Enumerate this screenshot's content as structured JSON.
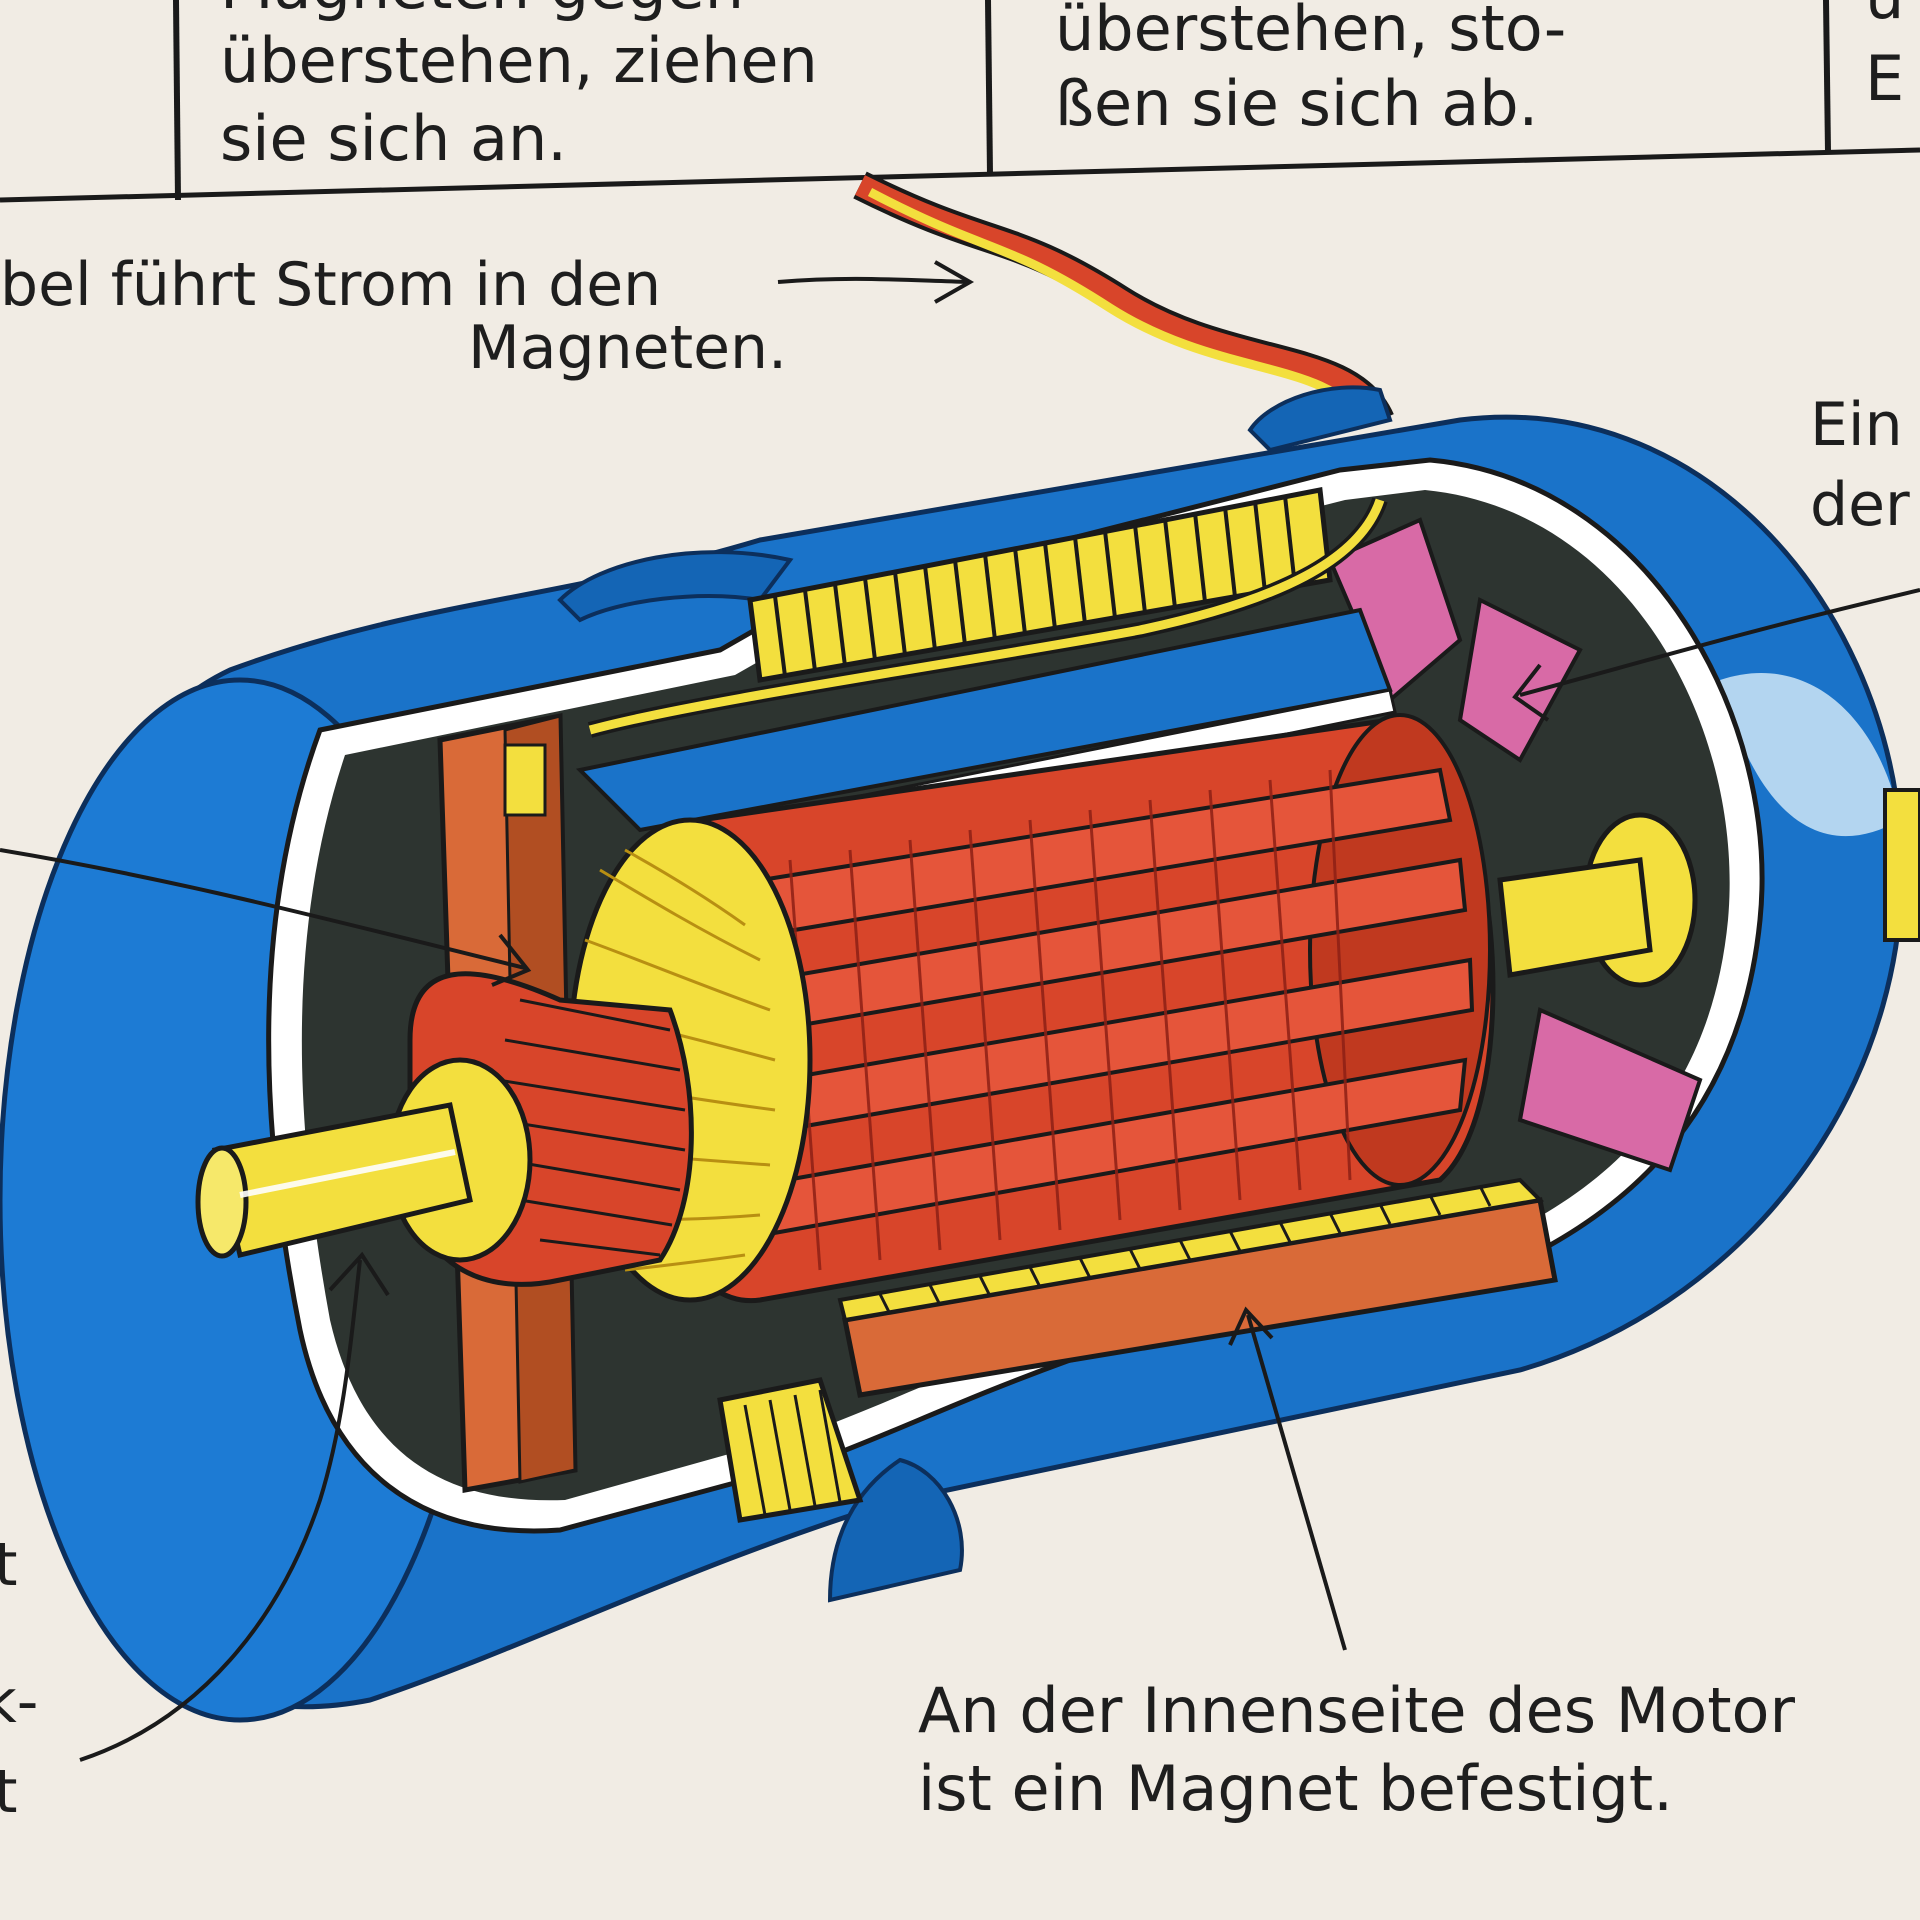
{
  "table_top": {
    "cells": [
      {
        "lines": [
          "Magneten gegen-",
          "überstehen, ziehen",
          "sie sich an."
        ]
      },
      {
        "lines": [
          "überstehen, sto-",
          "ßen sie sich ab."
        ]
      },
      {
        "lines": [
          "u",
          "E"
        ]
      }
    ]
  },
  "labels": {
    "cable": {
      "lines": [
        "bel führt Strom in den",
        "Magneten."
      ]
    },
    "top_right": {
      "lines": [
        "Ein",
        "der"
      ]
    },
    "left_bottom": {
      "lines": [
        "t",
        "k-",
        "t"
      ]
    },
    "magnet": {
      "lines": [
        "An der Innenseite des Motor",
        "ist ein Magnet befestigt."
      ]
    }
  },
  "colors": {
    "paper": "#f1ece4",
    "housing_blue": "#1a73c9",
    "housing_dark": "#0f4f96",
    "rotor_red": "#d8452a",
    "rotor_dark": "#a9261a",
    "coil_yellow": "#f3df3e",
    "magnet_pink": "#d86aa6",
    "brush_brown": "#d96a38",
    "interior_dark": "#2d3430"
  }
}
